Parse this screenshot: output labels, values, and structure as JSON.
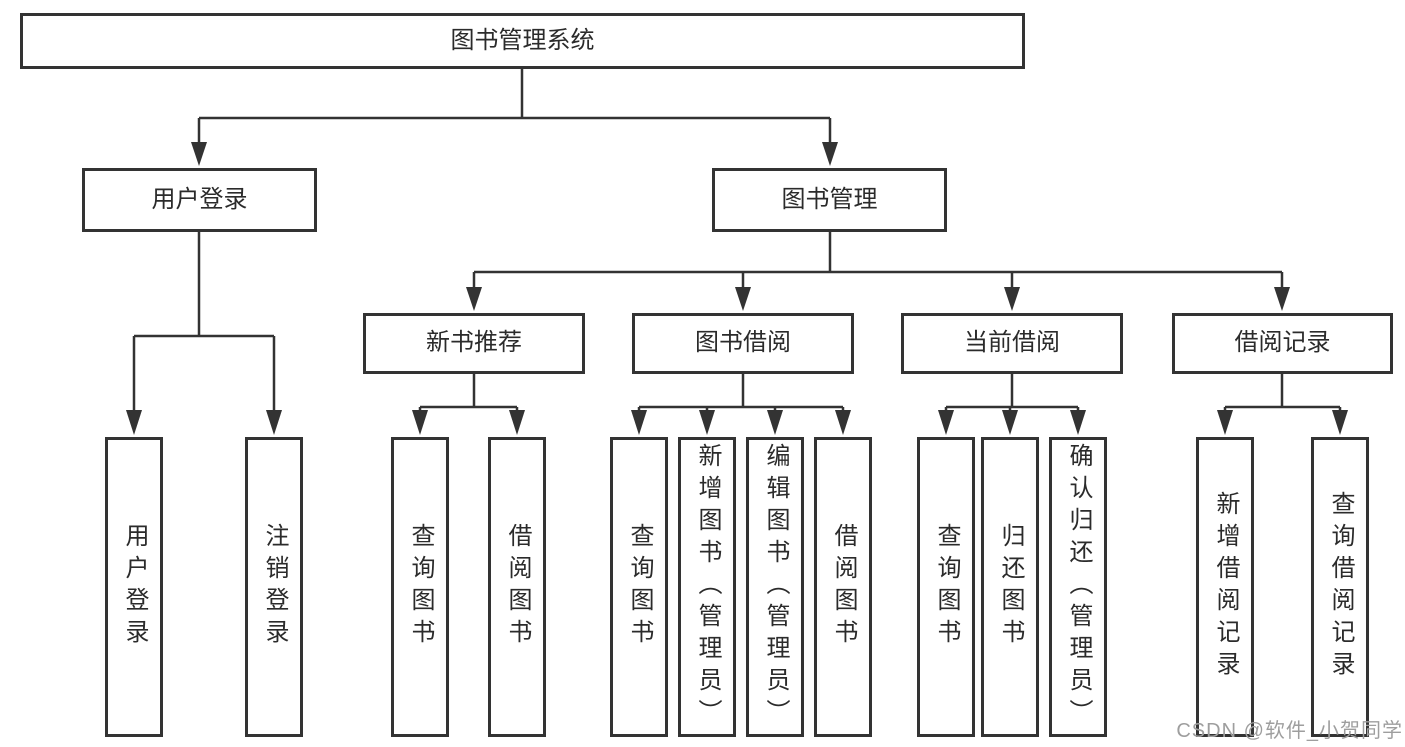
{
  "tree": {
    "label": "图书管理系统",
    "children": [
      {
        "label": "用户登录",
        "children": [
          {
            "label": "用户登录"
          },
          {
            "label": "注销登录"
          }
        ]
      },
      {
        "label": "图书管理",
        "children": [
          {
            "label": "新书推荐",
            "children": [
              {
                "label": "查询图书"
              },
              {
                "label": "借阅图书"
              }
            ]
          },
          {
            "label": "图书借阅",
            "children": [
              {
                "label": "查询图书"
              },
              {
                "label": "新增图书（管理员）"
              },
              {
                "label": "编辑图书（管理员）"
              },
              {
                "label": "借阅图书"
              }
            ]
          },
          {
            "label": "当前借阅",
            "children": [
              {
                "label": "查询图书"
              },
              {
                "label": "归还图书"
              },
              {
                "label": "确认归还（管理员）"
              }
            ]
          },
          {
            "label": "借阅记录",
            "children": [
              {
                "label": "新增借阅记录"
              },
              {
                "label": "查询借阅记录"
              }
            ]
          }
        ]
      }
    ]
  },
  "watermark": {
    "text": "CSDN @软件_小贺同学",
    "color": "#9e9e9e"
  },
  "colors": {
    "line": "#333333",
    "box_border": "#333333",
    "text": "#2b2b2b",
    "background": "#ffffff"
  }
}
